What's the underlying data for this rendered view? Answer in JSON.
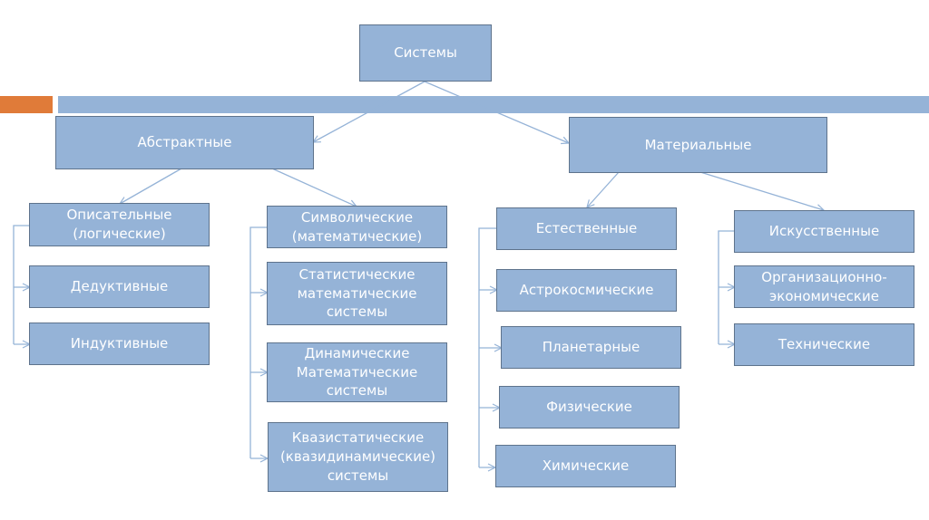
{
  "diagram": {
    "root": "Системы",
    "level1": {
      "abstract": "Абстрактные",
      "material": "Материальные"
    },
    "abstract_children": {
      "descriptive": "Описательные\n(логические)",
      "symbolic": "Символические\n(математические)"
    },
    "descriptive_children": [
      "Дедуктивные",
      "Индуктивные"
    ],
    "symbolic_children": [
      "Статистические\nматематические\nсистемы",
      "Динамические\nМатематические\nсистемы",
      "Квазистатические\n(квазидинамические)\nсистемы"
    ],
    "material_children": {
      "natural": "Естественные",
      "artificial": "Искусственные"
    },
    "natural_children": [
      "Астрокосмические",
      "Планетарные",
      "Физические",
      "Химические"
    ],
    "artificial_children": [
      "Организационно-\nэкономические",
      "Технические"
    ]
  },
  "colors": {
    "box_fill": "#95B3D7",
    "box_border": "#5E738C",
    "accent_orange": "#E07B39",
    "connector": "#95B3D7"
  }
}
